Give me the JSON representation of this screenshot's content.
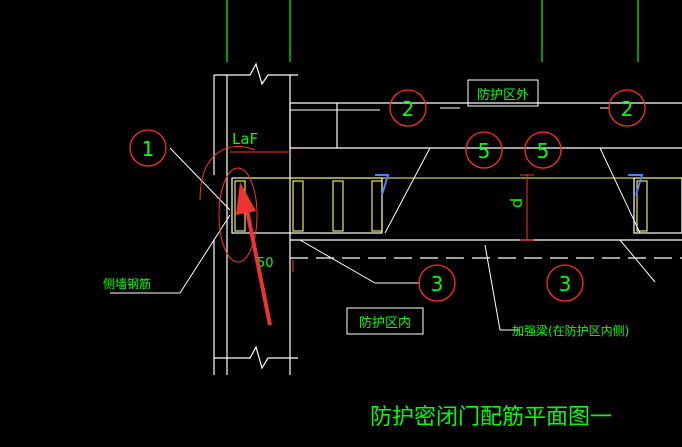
{
  "drawing": {
    "title": "防护密闭门配筋平面图一",
    "labels": {
      "outside_zone": "防护区外",
      "inside_zone": "防护区内",
      "side_wall_rebar": "侧墙钢筋",
      "stiffening_beam": "加强梁(在防护区内侧)",
      "anchorage": "LaF",
      "spacing": "50",
      "depth": "d"
    },
    "callouts": [
      "1",
      "2",
      "2",
      "3",
      "3",
      "5",
      "5"
    ],
    "colors": {
      "background": "#000000",
      "wall_lines": "#ffffff",
      "callout_circle": "#ff2a2a",
      "callout_text": "#00ff00",
      "rebar": "#ffff66",
      "dimension": "#ff3030",
      "arrow": "#ee3333",
      "frame_lines": "#00ff00",
      "label_text": "#00ff00"
    }
  }
}
